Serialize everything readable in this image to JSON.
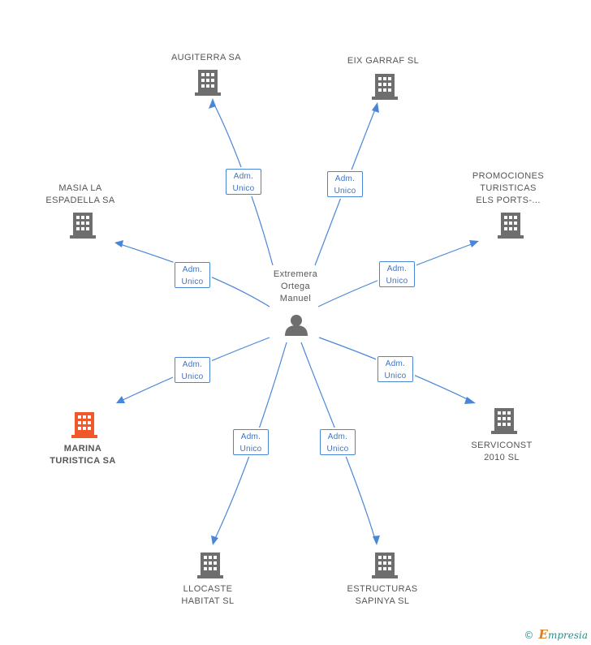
{
  "center": {
    "name_lines": [
      "Extremera",
      "Ortega",
      "Manuel"
    ]
  },
  "relation": {
    "line1": "Adm.",
    "line2": "Unico"
  },
  "companies": [
    {
      "id": "augiterra",
      "lines": [
        "AUGITERRA SA"
      ],
      "highlight": false
    },
    {
      "id": "eix-garraf",
      "lines": [
        "EIX GARRAF SL"
      ],
      "highlight": false
    },
    {
      "id": "masia",
      "lines": [
        "MASIA LA",
        "ESPADELLA SA"
      ],
      "highlight": false
    },
    {
      "id": "promociones",
      "lines": [
        "PROMOCIONES",
        "TURISTICAS",
        "ELS PORTS-..."
      ],
      "highlight": false
    },
    {
      "id": "marina",
      "lines": [
        "MARINA",
        "TURISTICA SA"
      ],
      "highlight": true
    },
    {
      "id": "serviconst",
      "lines": [
        "SERVICONST",
        "2010 SL"
      ],
      "highlight": false
    },
    {
      "id": "llocaste",
      "lines": [
        "LLOCASTE",
        "HABITAT SL"
      ],
      "highlight": false
    },
    {
      "id": "estructuras",
      "lines": [
        "ESTRUCTURAS",
        "SAPINYA SL"
      ],
      "highlight": false
    }
  ],
  "colors": {
    "edge": "#4a86d8",
    "building": "#6e6e6e",
    "building_highlight": "#f0582c",
    "person": "#6e6e6e"
  },
  "footer": {
    "copyright": "©",
    "brand_initial": "E",
    "brand_rest": "mpresia"
  }
}
